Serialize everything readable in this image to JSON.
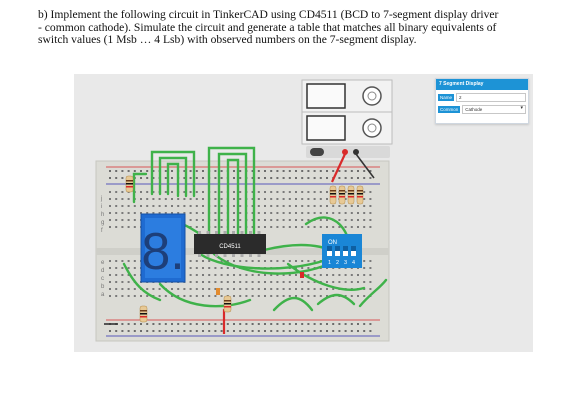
{
  "question": {
    "line1": "b) Implement the following circuit in TinkerCAD using CD4511 (BCD to 7-segment display driver",
    "line2": "- common cathode).  Simulate the circuit and generate a table that matches all binary equivalents of",
    "line3": "switch values (1 Msb …  4 Lsb) with observed numbers on the 7-segment display."
  },
  "properties_panel": {
    "title": "7 Segment Display",
    "name_label": "Name",
    "name_value": "2",
    "common_label": "Common",
    "common_value": "Cathode",
    "dropdown_icon": "chevron-down-icon"
  },
  "circuit": {
    "ic_label": "CD4511",
    "dip_on_label": "ON",
    "dip_numbers": [
      "1",
      "2",
      "3",
      "4"
    ],
    "display_digit": "8.",
    "row_letters_left": [
      "j",
      "i",
      "h",
      "g",
      "f",
      "e",
      "d",
      "c",
      "b",
      "a"
    ],
    "colors": {
      "breadboard": "#dcdcd6",
      "wire_green": "#3fb24a",
      "wire_red": "#d92a2a",
      "display_body": "#1f6bd1",
      "dip_switch": "#1a86d6",
      "ic_body": "#2b2b2b"
    }
  }
}
